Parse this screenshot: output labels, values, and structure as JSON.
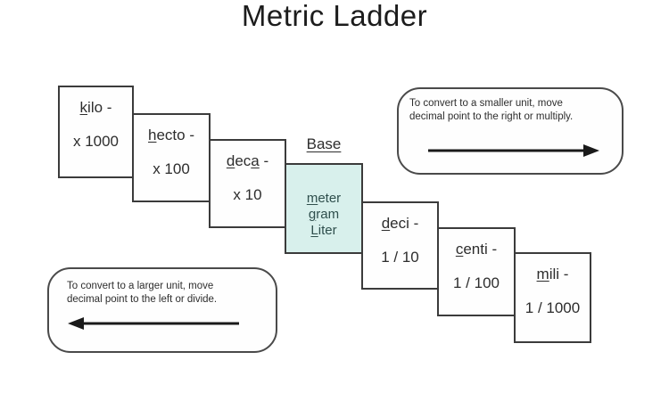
{
  "title": "Metric Ladder",
  "ladder": {
    "base_heading": "Base",
    "boxes": [
      {
        "name": "kilo",
        "label_segments": [
          {
            "t": "k",
            "u": true
          },
          {
            "t": "ilo -",
            "u": false
          }
        ],
        "value": "x 1000"
      },
      {
        "name": "hecto",
        "label_segments": [
          {
            "t": "h",
            "u": true
          },
          {
            "t": "ecto -",
            "u": false
          }
        ],
        "value": "x 100"
      },
      {
        "name": "deca",
        "label_segments": [
          {
            "t": "d",
            "u": true
          },
          {
            "t": "ec",
            "u": false
          },
          {
            "t": "a",
            "u": true
          },
          {
            "t": " -",
            "u": false
          }
        ],
        "value": "x 10"
      },
      {
        "name": "base",
        "units": [
          [
            {
              "t": "m",
              "u": true
            },
            {
              "t": "eter",
              "u": false
            }
          ],
          [
            {
              "t": "g",
              "u": true
            },
            {
              "t": "ram",
              "u": false
            }
          ],
          [
            {
              "t": "L",
              "u": true
            },
            {
              "t": "iter",
              "u": false
            }
          ]
        ]
      },
      {
        "name": "deci",
        "label_segments": [
          {
            "t": "d",
            "u": true
          },
          {
            "t": "eci -",
            "u": false
          }
        ],
        "value": "1 / 10"
      },
      {
        "name": "centi",
        "label_segments": [
          {
            "t": "c",
            "u": true
          },
          {
            "t": "enti -",
            "u": false
          }
        ],
        "value": "1 / 100"
      },
      {
        "name": "mili",
        "label_segments": [
          {
            "t": "m",
            "u": true
          },
          {
            "t": "ili -",
            "u": false
          }
        ],
        "value": "1 / 1000"
      }
    ]
  },
  "callouts": {
    "smaller": {
      "line1": "To convert to a smaller unit, move",
      "line2": "decimal  point to the right or multiply.",
      "arrow_direction": "right"
    },
    "larger": {
      "line1": "To convert to a larger unit, move",
      "line2": "decimal  point to the left or divide.",
      "arrow_direction": "left"
    }
  },
  "colors": {
    "background": "#ffffff",
    "line": "#3b3b3b",
    "text": "#2d2d2d",
    "base_box_fill": "#d8f0ec",
    "arrow": "#1a1a1a"
  }
}
